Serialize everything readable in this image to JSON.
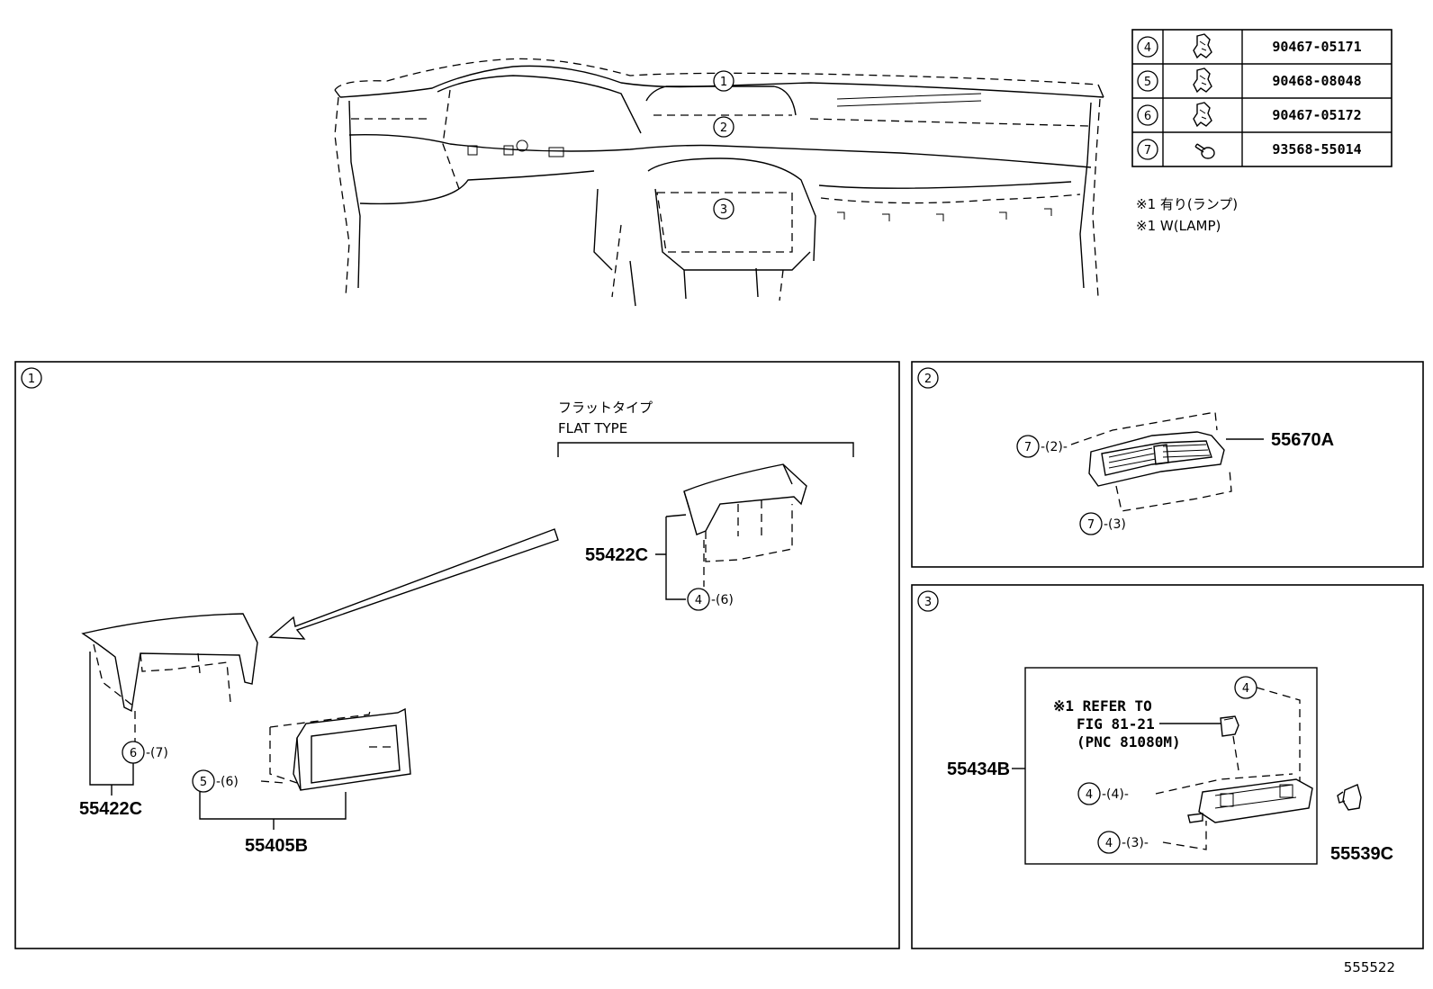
{
  "legend_table": [
    {
      "no": "4",
      "part": "90467-05171",
      "icon": "clip-icon"
    },
    {
      "no": "5",
      "part": "90468-08048",
      "icon": "clip-icon"
    },
    {
      "no": "6",
      "part": "90467-05172",
      "icon": "clip-icon"
    },
    {
      "no": "7",
      "part": "93568-55014",
      "icon": "screw-icon"
    }
  ],
  "notes": [
    "※1 有り(ランプ)",
    "※1 W(LAMP)"
  ],
  "overview": {
    "callouts": [
      "1",
      "2",
      "3"
    ]
  },
  "panel1": {
    "label": "1",
    "flat_type_jp": "フラットタイプ",
    "flat_type_en": "FLAT TYPE",
    "part_flat": "55422C",
    "qty_flat": "-(6)",
    "circ_flat": "4",
    "part_hood": "55422C",
    "circ_hood": "6",
    "qty_hood": "-(7)",
    "part_panel": "55405B",
    "circ_panel": "5",
    "qty_panel": "-(6)"
  },
  "panel2": {
    "label": "2",
    "part": "55670A",
    "circ_top": "7",
    "qty_top": "-(2)-",
    "circ_bottom": "7",
    "qty_bottom": "-(3)"
  },
  "panel3": {
    "label": "3",
    "part_main": "55434B",
    "part_switch": "55539C",
    "refer_line1": "※1 REFER TO",
    "refer_line2": "FIG 81-21",
    "refer_line3": "(PNC 81080M)",
    "circ_top": "4",
    "circ_mid": "4",
    "qty_mid": "-(4)-",
    "circ_bottom": "4",
    "qty_bottom": "-(3)-"
  },
  "figure_number": "555522"
}
